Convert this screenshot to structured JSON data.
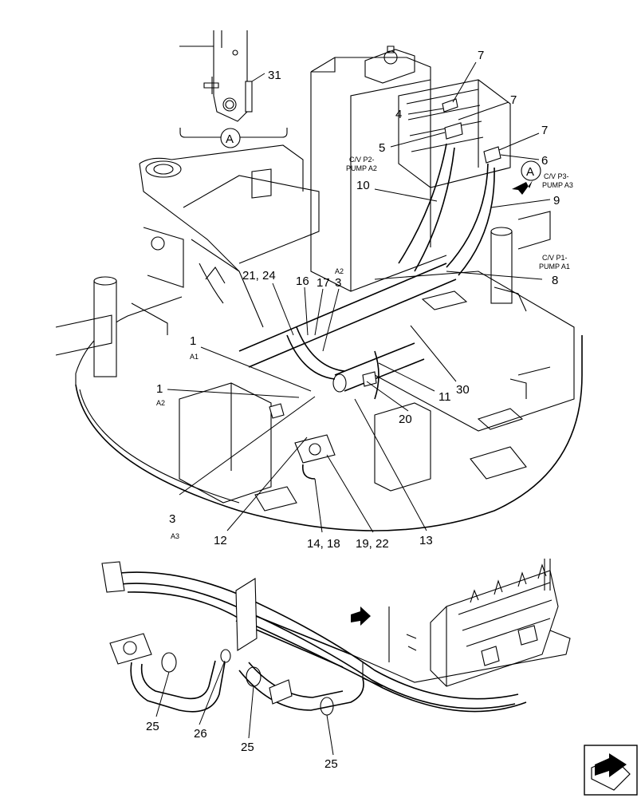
{
  "detail_view": {
    "letter": "A",
    "item": "31"
  },
  "view_marker": {
    "letter": "A"
  },
  "callouts": [
    {
      "id": "c7a",
      "text": "7"
    },
    {
      "id": "c7b",
      "text": "7"
    },
    {
      "id": "c7c",
      "text": "7"
    },
    {
      "id": "c4",
      "text": "4"
    },
    {
      "id": "c5",
      "text": "5"
    },
    {
      "id": "c6",
      "text": "6"
    },
    {
      "id": "c10",
      "text": "10"
    },
    {
      "id": "c9",
      "text": "9"
    },
    {
      "id": "c8",
      "text": "8"
    },
    {
      "id": "c2124",
      "text": "21, 24"
    },
    {
      "id": "c16",
      "text": "16"
    },
    {
      "id": "c17",
      "text": "17"
    },
    {
      "id": "c3a",
      "text": "3"
    },
    {
      "id": "c1a",
      "text": "1"
    },
    {
      "id": "c1b",
      "text": "1"
    },
    {
      "id": "c3b",
      "text": "3"
    },
    {
      "id": "c12",
      "text": "12"
    },
    {
      "id": "c1418",
      "text": "14, 18"
    },
    {
      "id": "c1922",
      "text": "19, 22"
    },
    {
      "id": "c13",
      "text": "13"
    },
    {
      "id": "c20",
      "text": "20"
    },
    {
      "id": "c11",
      "text": "11"
    },
    {
      "id": "c30",
      "text": "30"
    },
    {
      "id": "c25a",
      "text": "25"
    },
    {
      "id": "c26",
      "text": "26"
    },
    {
      "id": "c25b",
      "text": "25"
    },
    {
      "id": "c25c",
      "text": "25"
    }
  ],
  "port_labels": {
    "cvp2_l1": "C/V P2-",
    "cvp2_l2": "PUMP A2",
    "cvp3_l1": "C/V P3-",
    "cvp3_l2": "PUMP A3",
    "cvp1_l1": "C/V P1-",
    "cvp1_l2": "PUMP A1",
    "a1": "A1",
    "a2_top": "A2",
    "a2_left": "A2",
    "a3": "A3"
  },
  "nav_icon": "next-page-arrow-icon"
}
